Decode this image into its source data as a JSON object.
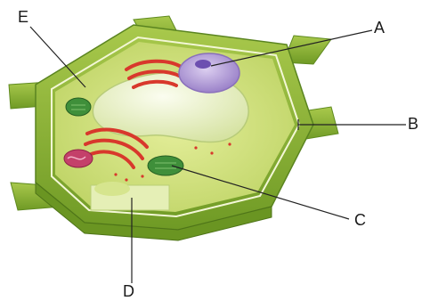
{
  "diagram": {
    "labels": {
      "A": "A",
      "B": "B",
      "C": "C",
      "D": "D",
      "E": "E"
    }
  },
  "colors": {
    "cell_wall": "#8fb43a",
    "cell_wall_dark": "#5f8a1f",
    "cytoplasm": "#cfe07a",
    "vacuole": "#eef3c8",
    "nucleus": "#b9a2d8",
    "nucleolus": "#6d4fb0",
    "golgi_er": "#d8382c",
    "chloroplast": "#3f8f3a",
    "mitochondrion": "#c4406a",
    "leader_line": "#222222"
  }
}
